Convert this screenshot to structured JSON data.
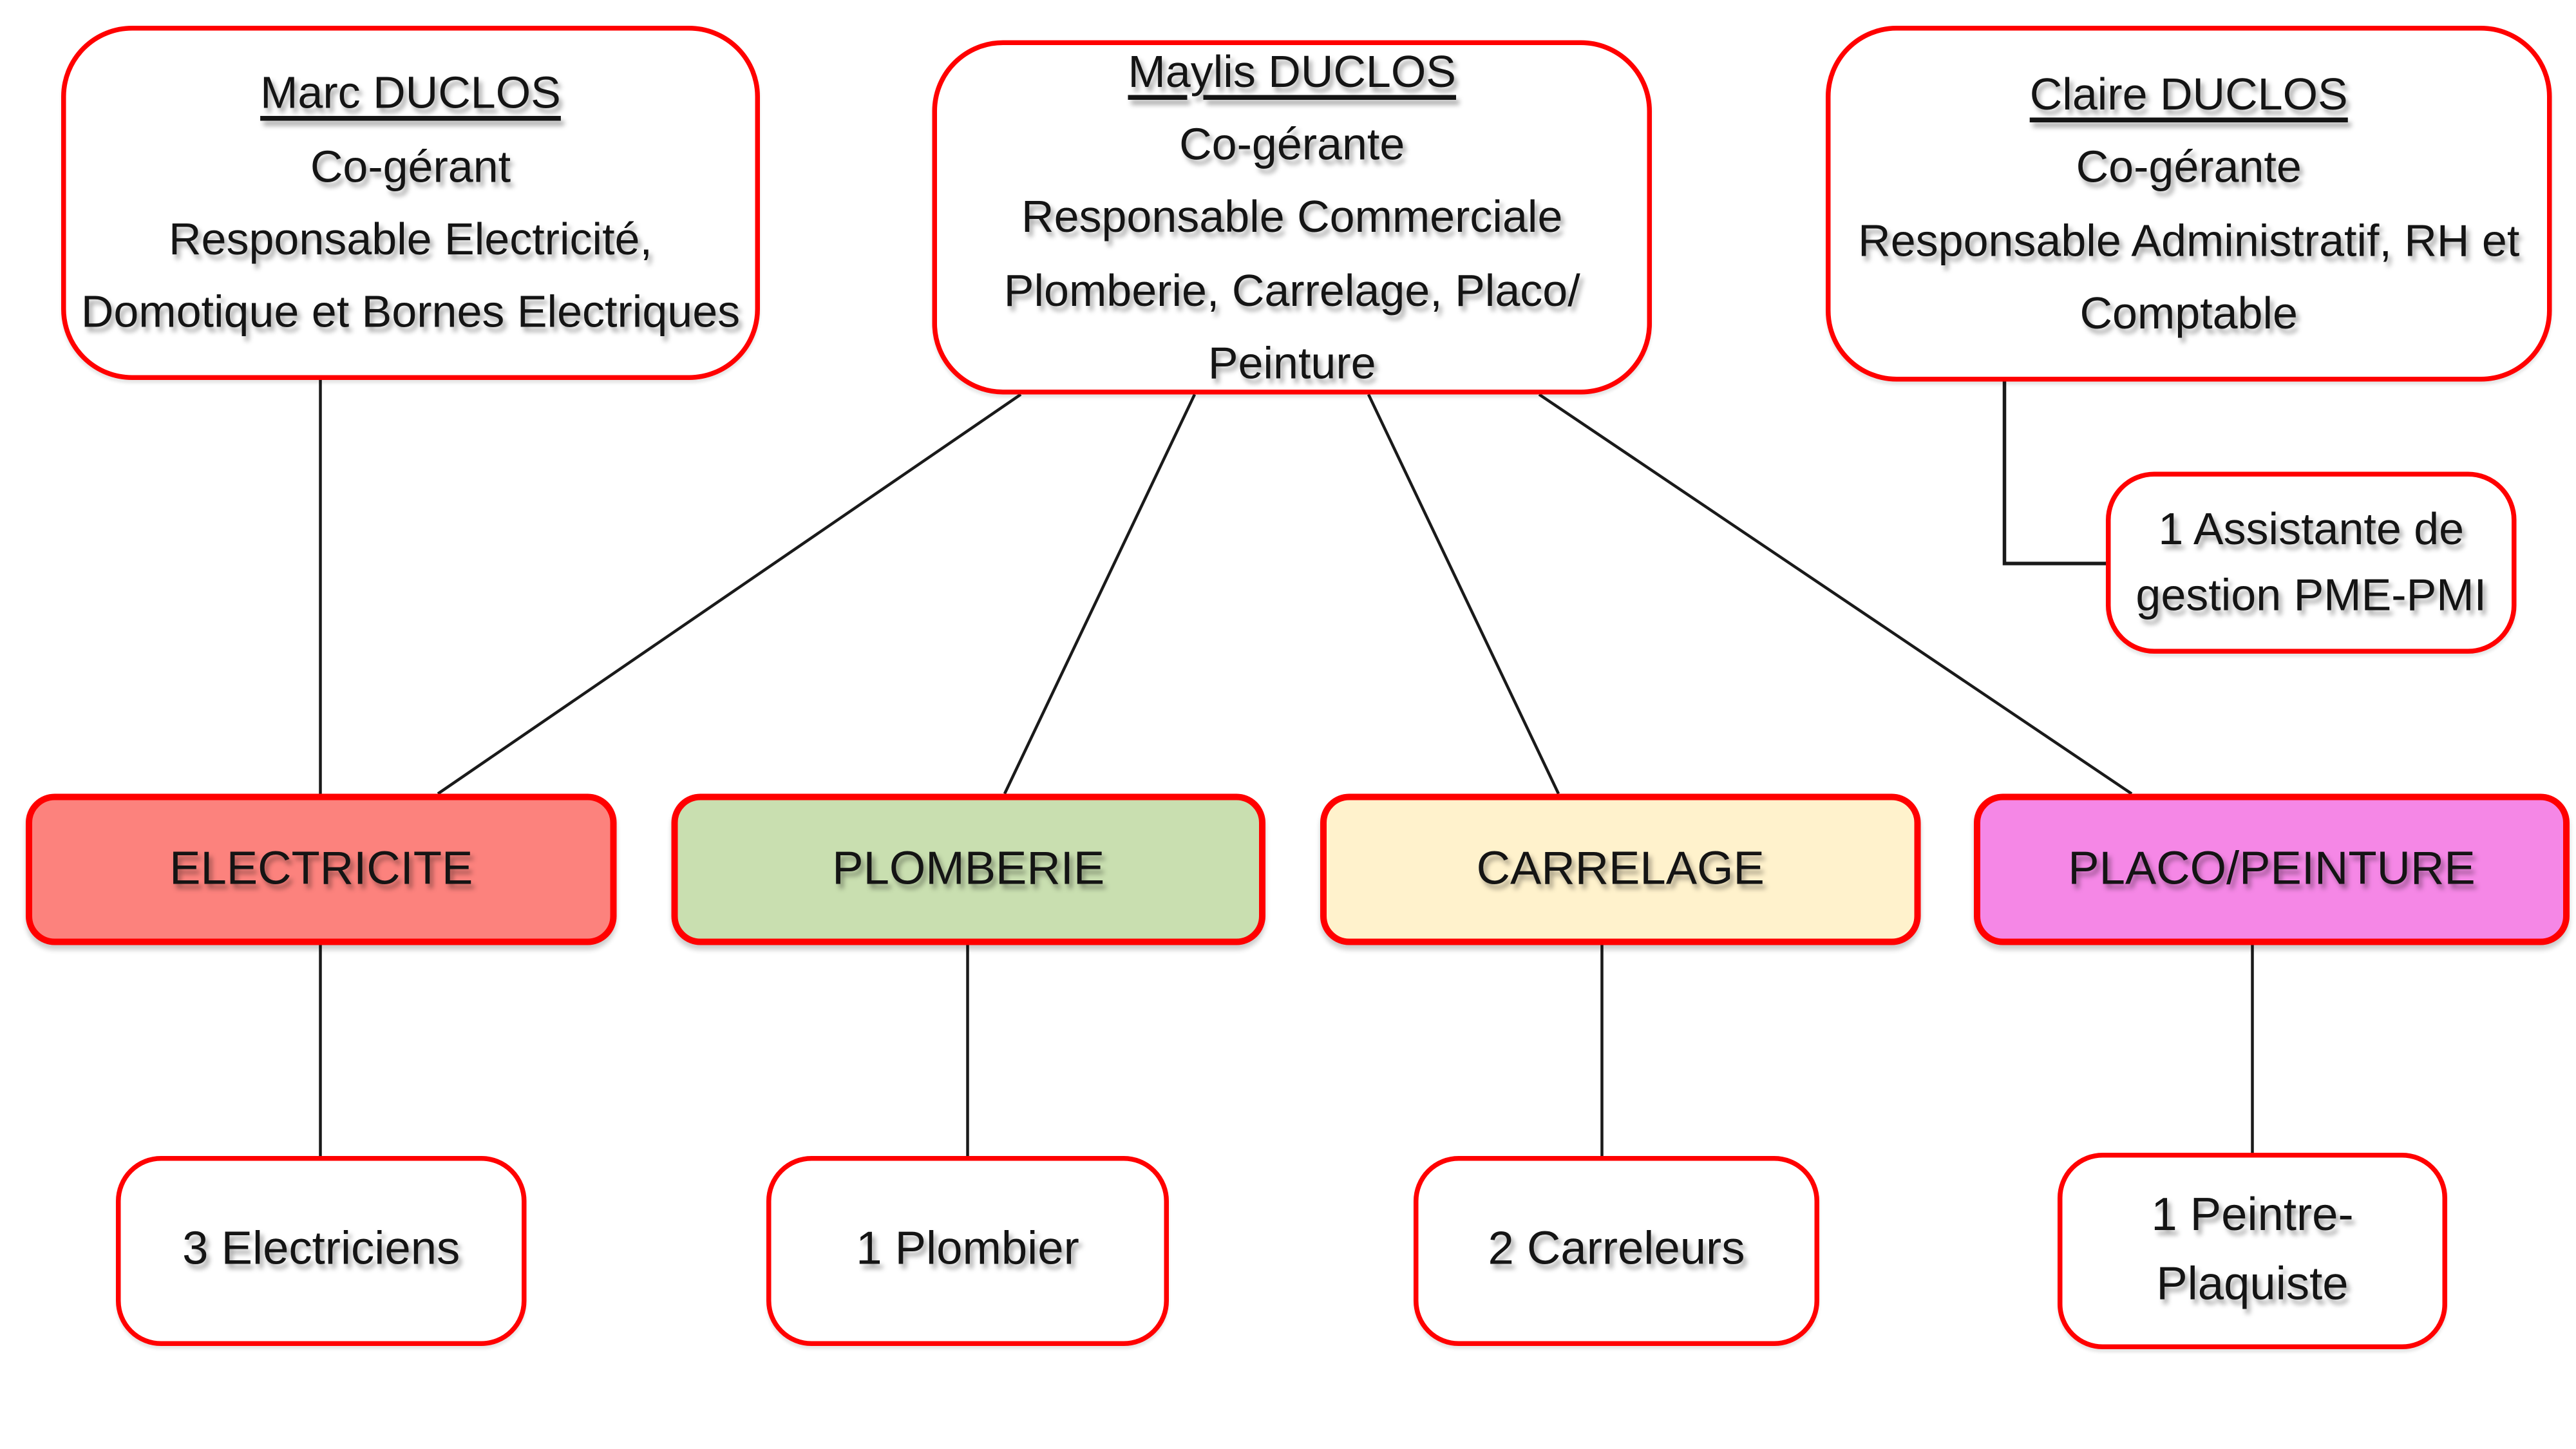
{
  "colors": {
    "border": "#FF0000",
    "connector": "#1A1A1A",
    "electricite_fill": "#FC827D",
    "plomberie_fill": "#C9DFB0",
    "carrelage_fill": "#FFF2CC",
    "placo_fill": "#F587E6"
  },
  "managers": {
    "marc": {
      "name": "Marc DUCLOS",
      "roles": "Co-gérant\nResponsable Electricité,\nDomotique et Bornes Electriques"
    },
    "maylis": {
      "name": "Maylis DUCLOS",
      "roles": "Co-gérante\nResponsable Commerciale\nPlomberie, Carrelage, Placo/\nPeinture"
    },
    "claire": {
      "name": "Claire DUCLOS",
      "roles": "Co-gérante\nResponsable Administratif, RH et\nComptable"
    }
  },
  "assistant": {
    "label": "1 Assistante de\ngestion PME-PMI"
  },
  "departments": {
    "electricite": {
      "label": "ELECTRICITE"
    },
    "plomberie": {
      "label": "PLOMBERIE"
    },
    "carrelage": {
      "label": "CARRELAGE"
    },
    "placo": {
      "label": "PLACO/PEINTURE"
    }
  },
  "staff": {
    "electriciens": {
      "label": "3 Electriciens"
    },
    "plombier": {
      "label": "1 Plombier"
    },
    "carreleurs": {
      "label": "2 Carreleurs"
    },
    "peintre": {
      "label": "1 Peintre-\nPlaquiste"
    }
  }
}
